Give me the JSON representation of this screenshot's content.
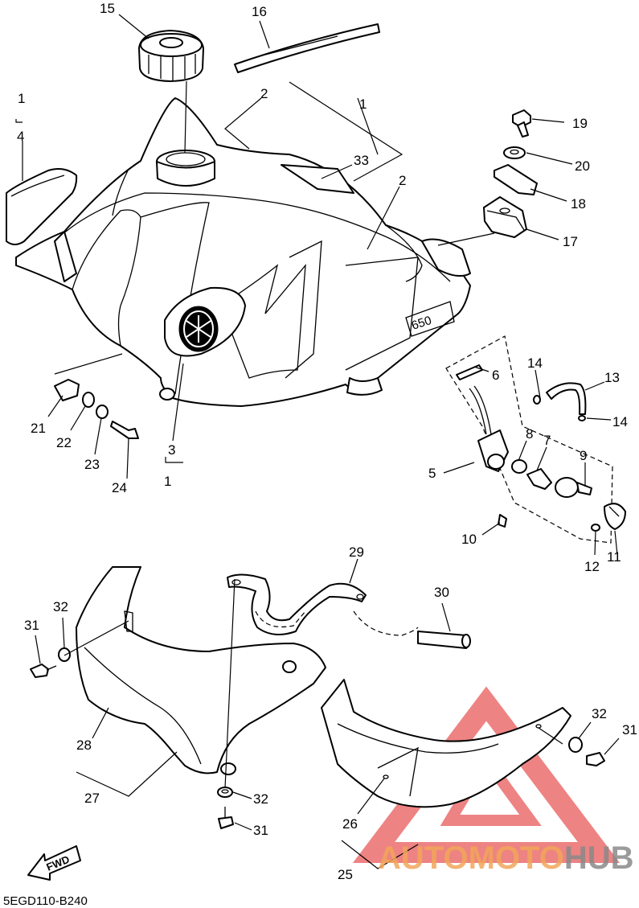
{
  "diagram_code": "5EGD110-B240",
  "fwd_label": "FWD",
  "watermark": {
    "part1": "AUTO",
    "part2": "MOTO",
    "part3": "HUB",
    "color_orange": "#f2a65a",
    "color_red": "#e85a5a",
    "color_grey": "#8a8a8a"
  },
  "callouts": [
    {
      "id": "c15",
      "text": "15"
    },
    {
      "id": "c16",
      "text": "16"
    },
    {
      "id": "c2a",
      "text": "2"
    },
    {
      "id": "c1a",
      "text": "1"
    },
    {
      "id": "c1b",
      "text": "1"
    },
    {
      "id": "c4",
      "text": "4"
    },
    {
      "id": "c33",
      "text": "33"
    },
    {
      "id": "c2b",
      "text": "2"
    },
    {
      "id": "c19",
      "text": "19"
    },
    {
      "id": "c20",
      "text": "20"
    },
    {
      "id": "c18",
      "text": "18"
    },
    {
      "id": "c17",
      "text": "17"
    },
    {
      "id": "c6",
      "text": "6"
    },
    {
      "id": "c14a",
      "text": "14"
    },
    {
      "id": "c13",
      "text": "13"
    },
    {
      "id": "c14b",
      "text": "14"
    },
    {
      "id": "c8",
      "text": "8"
    },
    {
      "id": "c7",
      "text": "7"
    },
    {
      "id": "c9",
      "text": "9"
    },
    {
      "id": "c5",
      "text": "5"
    },
    {
      "id": "c10",
      "text": "10"
    },
    {
      "id": "c12",
      "text": "12"
    },
    {
      "id": "c11",
      "text": "11"
    },
    {
      "id": "c21",
      "text": "21"
    },
    {
      "id": "c22",
      "text": "22"
    },
    {
      "id": "c23",
      "text": "23"
    },
    {
      "id": "c24",
      "text": "24"
    },
    {
      "id": "c3",
      "text": "3"
    },
    {
      "id": "c1c",
      "text": "1"
    },
    {
      "id": "c29",
      "text": "29"
    },
    {
      "id": "c30",
      "text": "30"
    },
    {
      "id": "c31a",
      "text": "31"
    },
    {
      "id": "c32a",
      "text": "32"
    },
    {
      "id": "c28",
      "text": "28"
    },
    {
      "id": "c27",
      "text": "27"
    },
    {
      "id": "c32b",
      "text": "32"
    },
    {
      "id": "c31b",
      "text": "31"
    },
    {
      "id": "c32c",
      "text": "32"
    },
    {
      "id": "c31c",
      "text": "31"
    },
    {
      "id": "c26",
      "text": "26"
    },
    {
      "id": "c25",
      "text": "25"
    }
  ]
}
